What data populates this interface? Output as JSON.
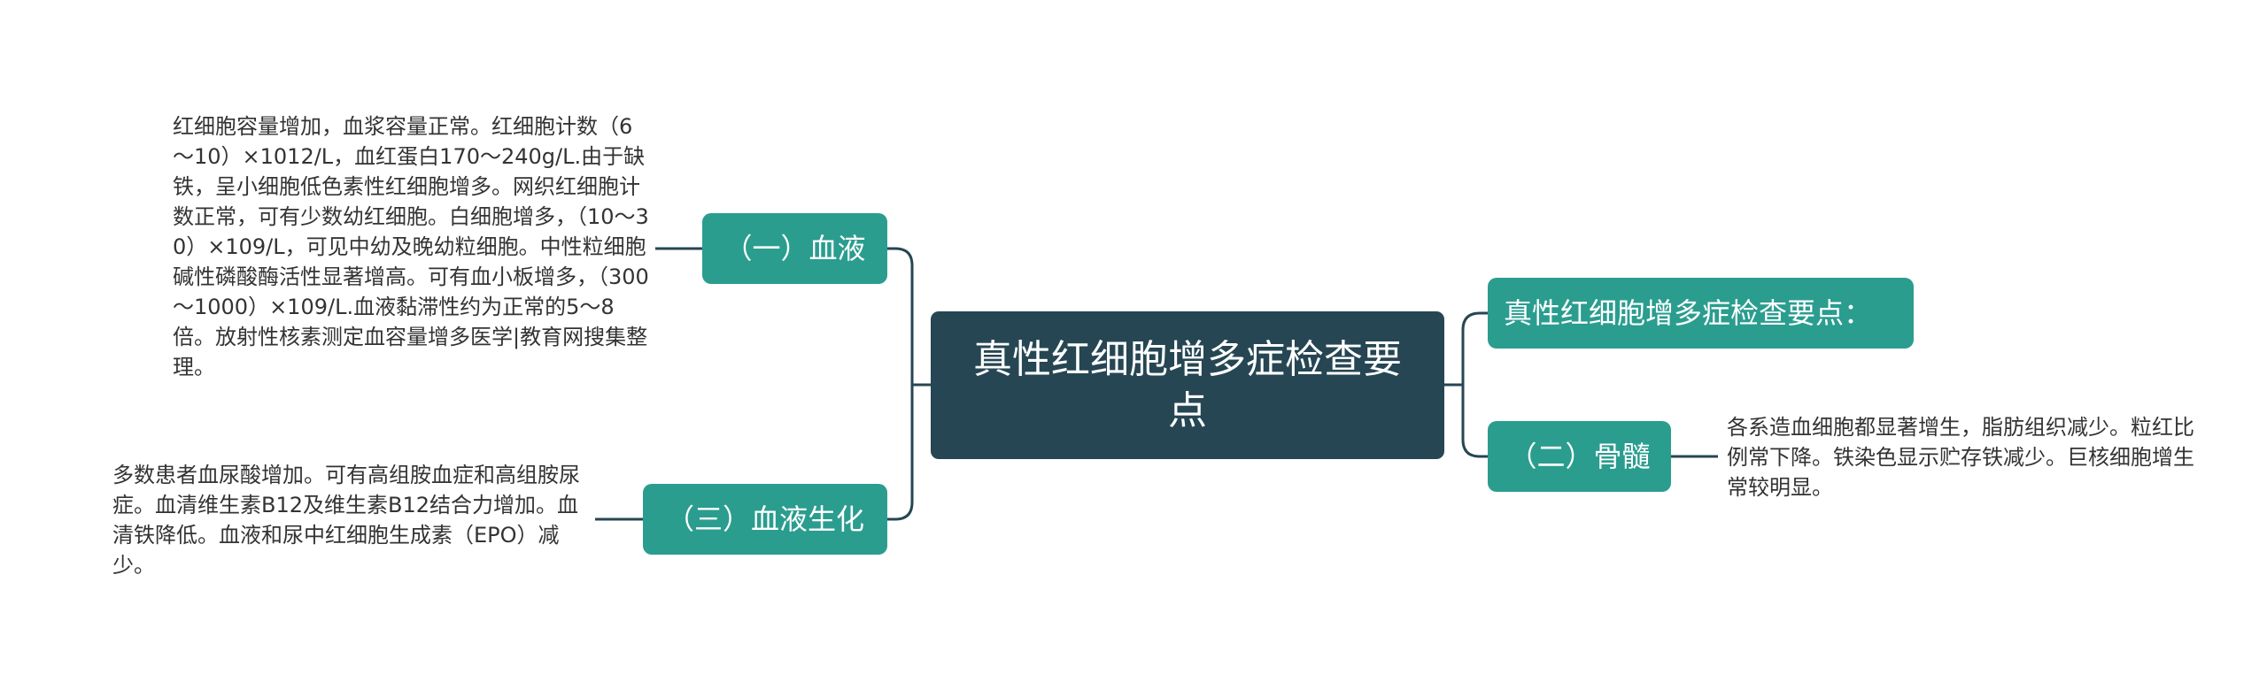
{
  "colors": {
    "root_fill": "#264653",
    "branch_fill": "#2a9d8f",
    "connector": "#264653",
    "leaf_text": "#333333",
    "node_text": "#ffffff"
  },
  "root": {
    "title": "真性红细胞增多症检查要点"
  },
  "branches": {
    "blood": {
      "label": "（一）血液",
      "detail": "红细胞容量增加，血浆容量正常。红细胞计数（6～10）×1012/L，血红蛋白170～240g/L.由于缺铁，呈小细胞低色素性红细胞增多。网织红细胞计数正常，可有少数幼红细胞。白细胞增多，（10～30）×109/L，可见中幼及晚幼粒细胞。中性粒细胞碱性磷酸酶活性显著增高。可有血小板增多，（300～1000）×109/L.血液黏滞性约为正常的5～8倍。放射性核素测定血容量增多医学|教育网搜集整理。"
    },
    "biochem": {
      "label": "（三）血液生化",
      "detail": "多数患者血尿酸增加。可有高组胺血症和高组胺尿症。血清维生素B12及维生素B12结合力增加。血清铁降低。血液和尿中红细胞生成素（EPO）减少。"
    },
    "key_points": {
      "label": "真性红细胞增多症检查要点："
    },
    "marrow": {
      "label": "（二）骨髓",
      "detail": "各系造血细胞都显著增生，脂肪组织减少。粒红比例常下降。铁染色显示贮存铁减少。巨核细胞增生常较明显。"
    }
  }
}
